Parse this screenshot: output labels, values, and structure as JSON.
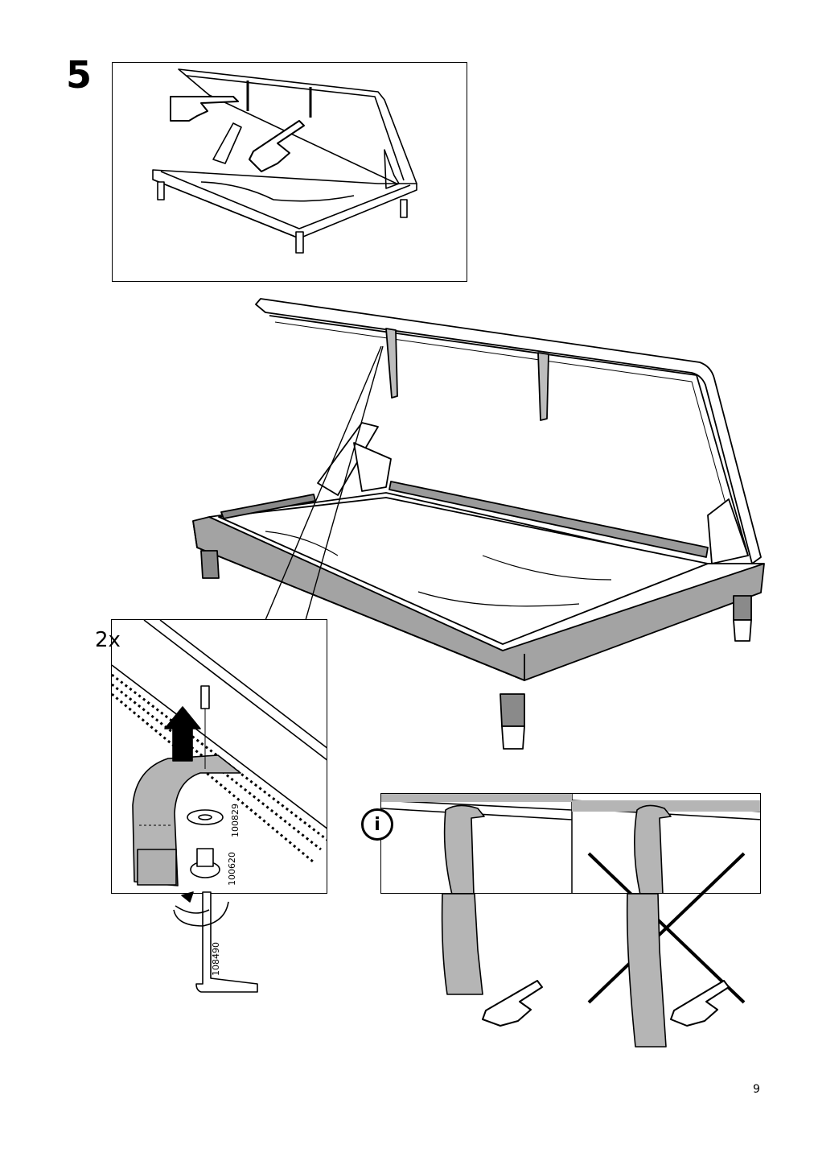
{
  "step": {
    "number": "5"
  },
  "detail": {
    "quantity": "2x",
    "parts": [
      {
        "id": "100829"
      },
      {
        "id": "100620"
      },
      {
        "id": "108490"
      }
    ]
  },
  "info": {
    "icon": "info-icon"
  },
  "page": {
    "number": "9"
  },
  "colors": {
    "strap_fill": "#b5b5b5",
    "frame_fill": "#9e9e9e",
    "line": "#000000"
  }
}
